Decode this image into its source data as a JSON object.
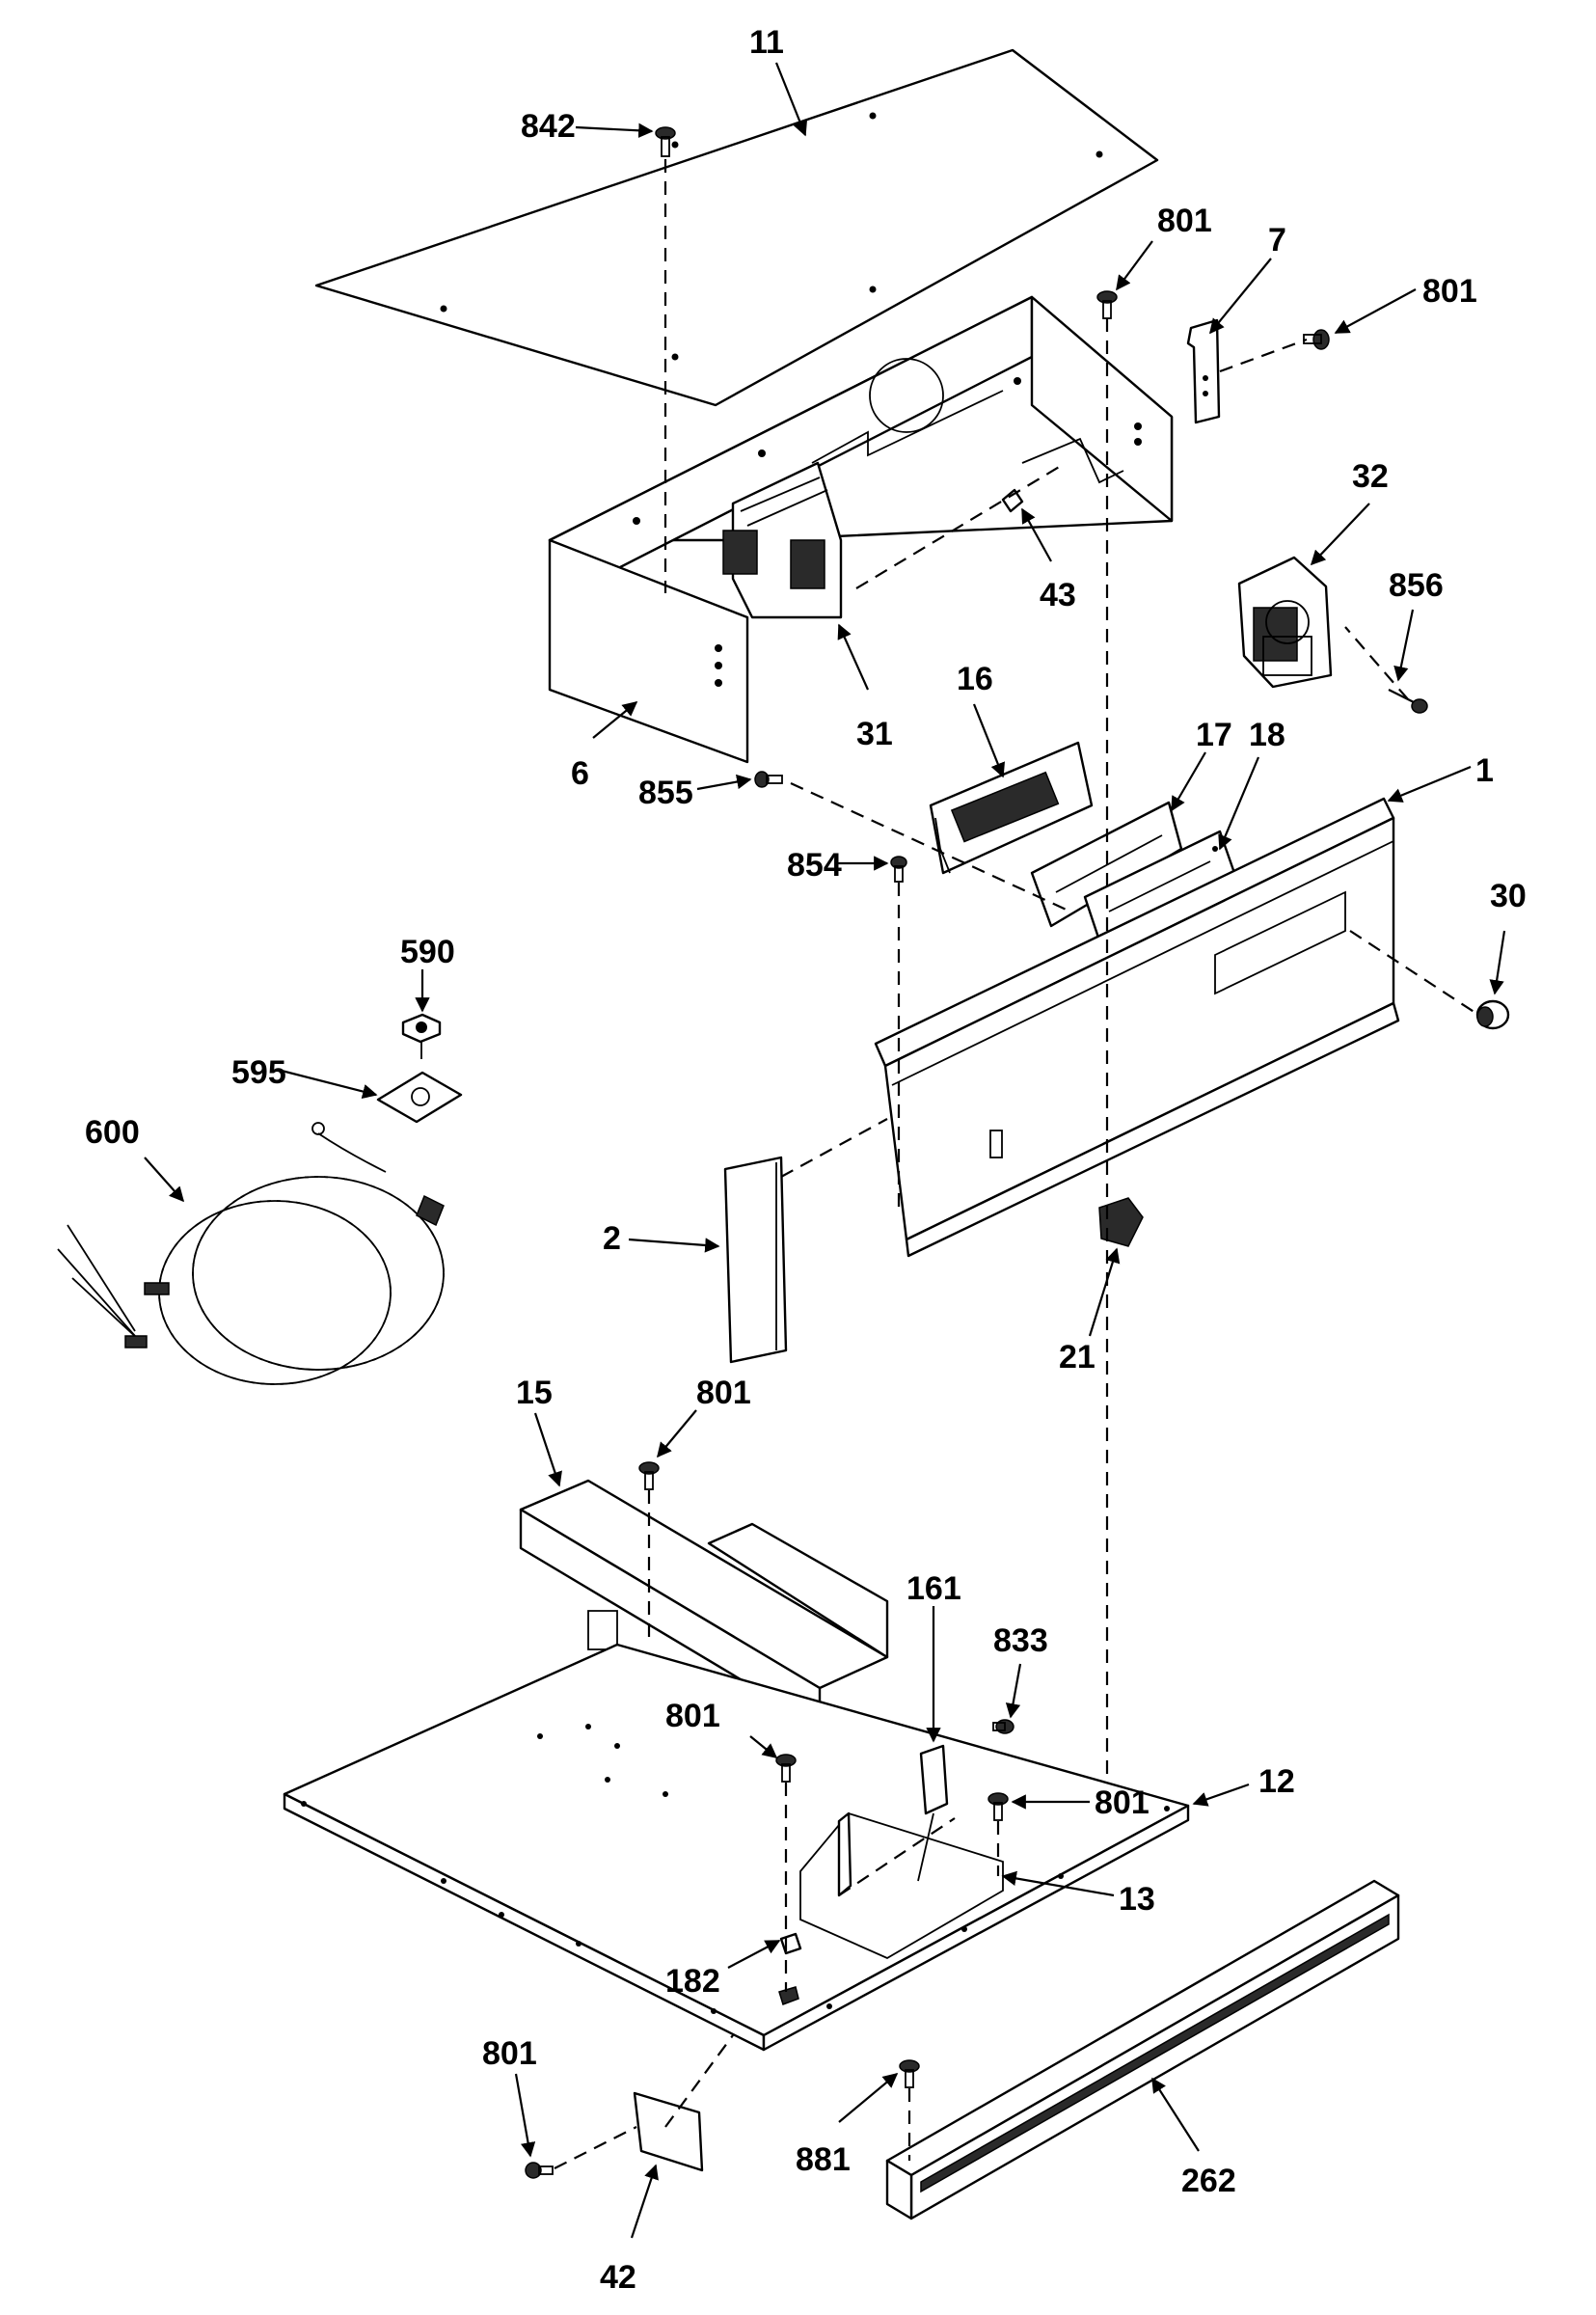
{
  "callouts": {
    "c11": "11",
    "c842": "842",
    "c801a": "801",
    "c7": "7",
    "c801b": "801",
    "c32": "32",
    "c856": "856",
    "c43": "43",
    "c31": "31",
    "c6": "6",
    "c16": "16",
    "c17": "17",
    "c18": "18",
    "c1": "1",
    "c855": "855",
    "c854": "854",
    "c30": "30",
    "c590": "590",
    "c595": "595",
    "c600": "600",
    "c2": "2",
    "c21": "21",
    "c15": "15",
    "c801c": "801",
    "c161": "161",
    "c833": "833",
    "c801d": "801",
    "c801e": "801",
    "c12": "12",
    "c13": "13",
    "c182": "182",
    "c801f": "801",
    "c881": "881",
    "c262": "262",
    "c42": "42"
  }
}
